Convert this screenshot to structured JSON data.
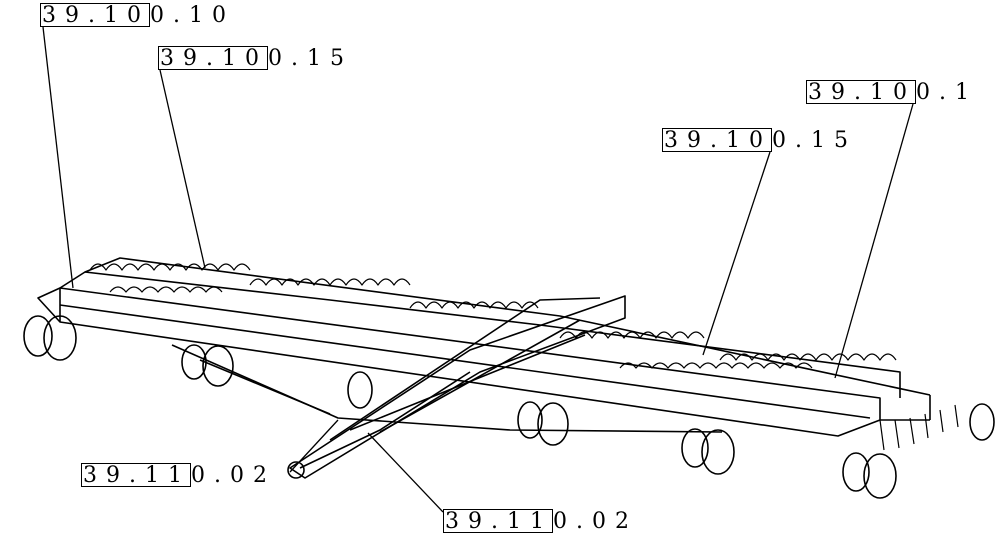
{
  "callouts": [
    {
      "id": "c1",
      "text": "39.100.10"
    },
    {
      "id": "c2",
      "text": "39.100.15"
    },
    {
      "id": "c3",
      "text": "39.100.1"
    },
    {
      "id": "c4",
      "text": "39.100.15"
    },
    {
      "id": "c5",
      "text": "39.110.02"
    },
    {
      "id": "c6",
      "text": "39.110.02"
    }
  ]
}
